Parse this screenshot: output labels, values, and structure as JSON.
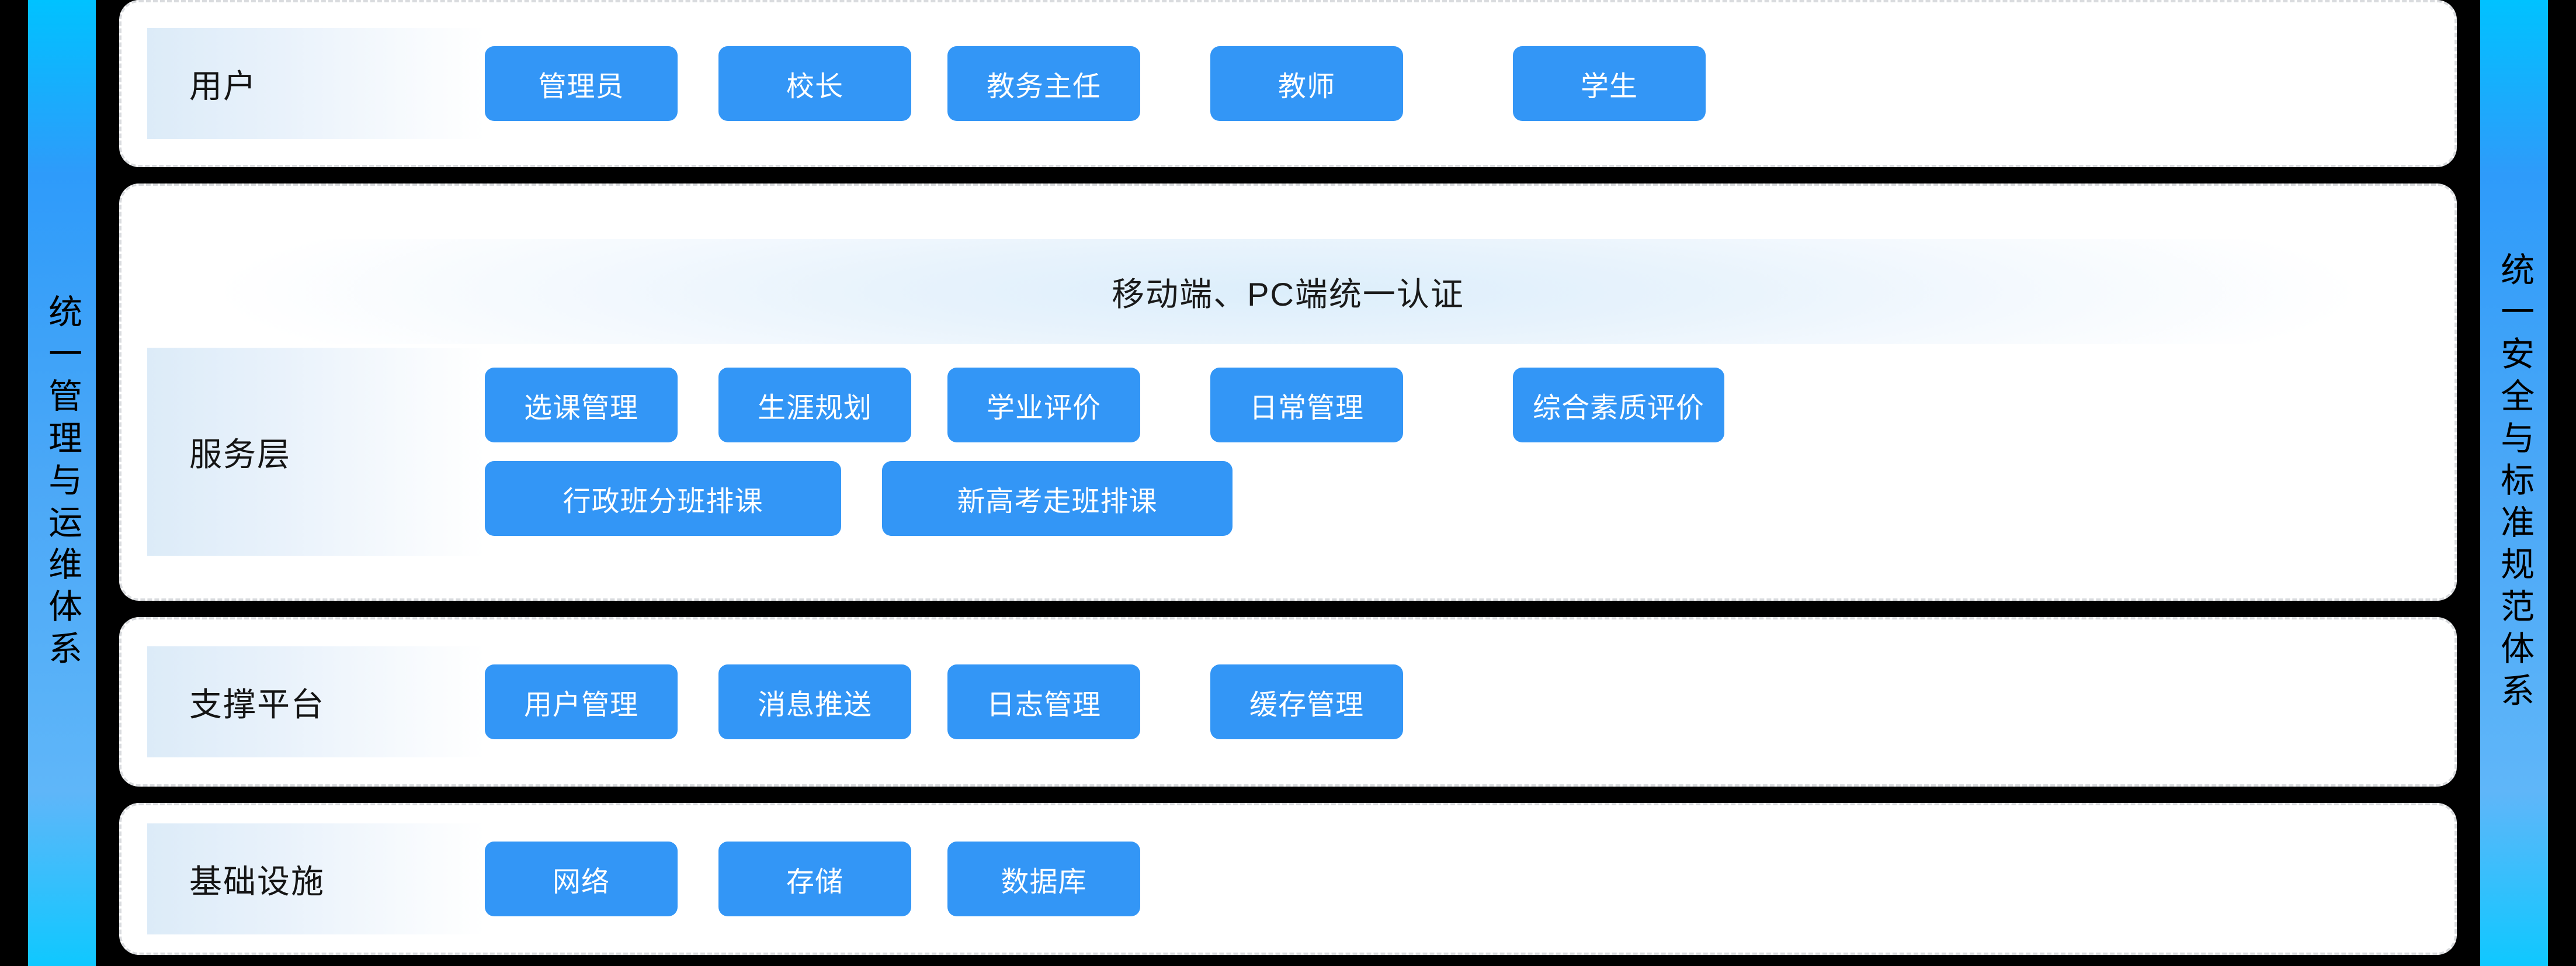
{
  "colors": {
    "rail_gradient_start": "#00C2FF",
    "rail_gradient_mid": "#4BA8F7",
    "rail_gradient_end": "#0FC8FF",
    "chip_blue": "#3396F6",
    "panel_background": "#FFFFFF",
    "panel_border": "#D9DBDE",
    "canvas_background": "#000000",
    "label_tile_gradient_start": "#DCEBF8",
    "label_tile_gradient_end": "#FFFFFF"
  },
  "rails": {
    "left": "统一管理与运维体系",
    "right": "统一安全与标准规范体系"
  },
  "banner": {
    "text": "移动端、PC端统一认证"
  },
  "layers": [
    {
      "id": "users",
      "label": "用户",
      "rows": [
        [
          "管理员",
          "校长",
          "教务主任",
          "教师",
          "学生"
        ]
      ]
    },
    {
      "id": "service",
      "label": "服务层",
      "rows": [
        [
          "选课管理",
          "生涯规划",
          "学业评价",
          "日常管理",
          "综合素质评价"
        ],
        [
          "行政班分班排课",
          "新高考走班排课"
        ]
      ]
    },
    {
      "id": "support",
      "label": "支撑平台",
      "rows": [
        [
          "用户管理",
          "消息推送",
          "日志管理",
          "缓存管理"
        ]
      ]
    },
    {
      "id": "infra",
      "label": "基础设施",
      "rows": [
        [
          "网络",
          "存储",
          "数据库"
        ]
      ]
    }
  ]
}
